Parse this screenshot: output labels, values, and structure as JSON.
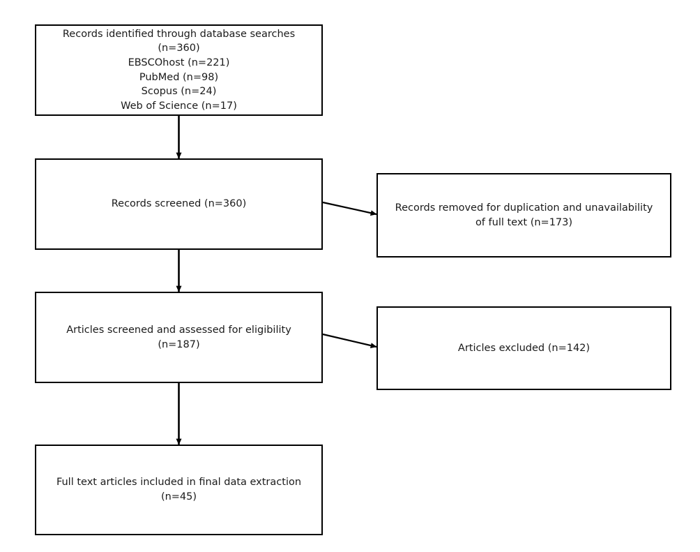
{
  "diagram": {
    "type": "prisma-flow-diagram",
    "orientation": "vertical",
    "background_color": "#ffffff",
    "line_color": "#000000",
    "text_color": "#1a1a1a",
    "boxes": {
      "identified": {
        "text": "Records identified through database searches\n(n=360)\nEBSCOhost (n=221)\nPubMed (n=98)\nScopus (n=24)\nWeb of Science (n=17)",
        "lines": [
          "Records identified through database searches",
          "(n=360)",
          "EBSCOhost (n=221)",
          "PubMed (n=98)",
          "Scopus (n=24)",
          "Web of Science (n=17)"
        ],
        "count": 360,
        "sources": [
          {
            "name": "EBSCOhost",
            "count": 221
          },
          {
            "name": "PubMed",
            "count": 98
          },
          {
            "name": "Scopus",
            "count": 24
          },
          {
            "name": "Web of Science",
            "count": 17
          }
        ]
      },
      "screened": {
        "text": "Records screened (n=360)",
        "lines": [
          "Records screened (n=360)"
        ],
        "count": 360
      },
      "removed": {
        "text": "Records removed for duplication and unavailability\nof full text (n=173)",
        "lines": [
          "Records removed for duplication and unavailability",
          "of full text (n=173)"
        ],
        "count": 173
      },
      "eligibility": {
        "text": "Articles screened and assessed for eligibility\n(n=187)",
        "lines": [
          "Articles screened and assessed for eligibility",
          "(n=187)"
        ],
        "count": 187
      },
      "excluded": {
        "text": "Articles excluded (n=142)",
        "lines": [
          "Articles excluded (n=142)"
        ],
        "count": 142
      },
      "included": {
        "text": "Full text articles included in final data extraction\n(n=45)",
        "lines": [
          "Full text articles included in final data extraction",
          "(n=45)"
        ],
        "count": 45
      }
    },
    "connectors": [
      {
        "name": "identified-to-screened",
        "from": "identified",
        "to": "screened",
        "direction": "down"
      },
      {
        "name": "screened-to-eligibility",
        "from": "screened",
        "to": "eligibility",
        "direction": "down"
      },
      {
        "name": "screened-to-removed",
        "from": "screened",
        "to": "removed",
        "direction": "right"
      },
      {
        "name": "eligibility-to-included",
        "from": "eligibility",
        "to": "included",
        "direction": "down"
      },
      {
        "name": "eligibility-to-excluded",
        "from": "eligibility",
        "to": "excluded",
        "direction": "right"
      }
    ]
  }
}
